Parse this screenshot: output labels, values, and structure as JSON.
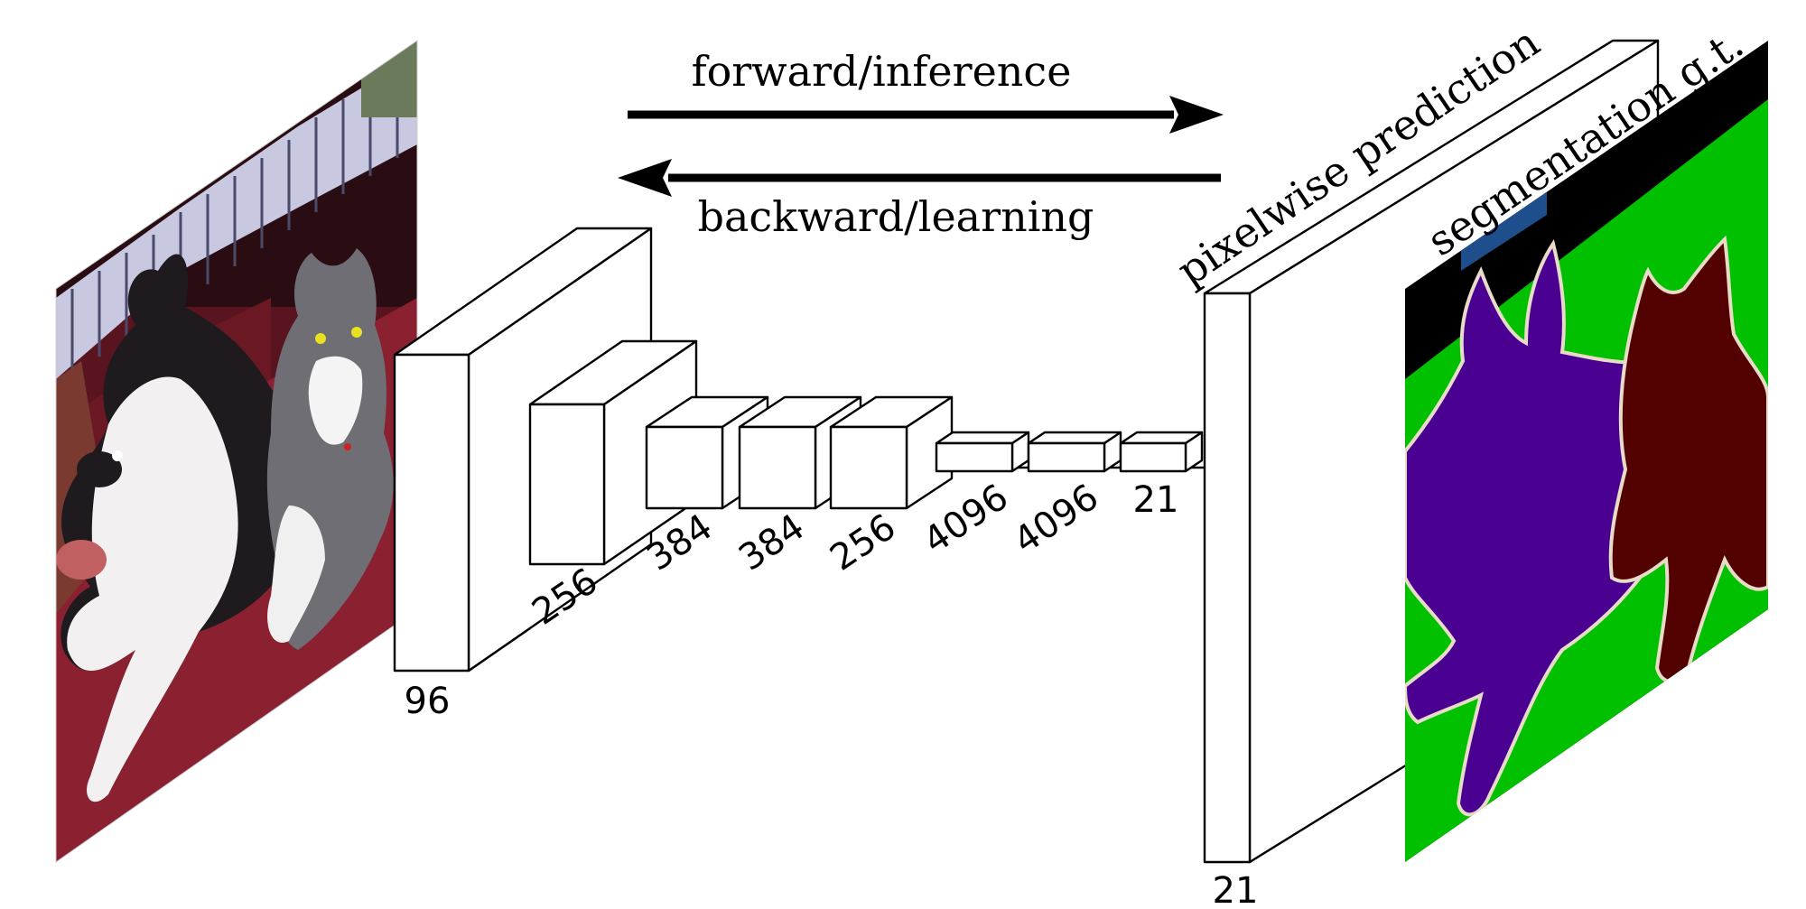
{
  "diagram": {
    "arrows": {
      "forward_label": "forward/inference",
      "backward_label": "backward/learning"
    },
    "output_labels": {
      "prediction": "pixelwise prediction",
      "ground_truth": "segmentation g.t."
    },
    "layers": [
      {
        "label": "96"
      },
      {
        "label": "256"
      },
      {
        "label": "384"
      },
      {
        "label": "384"
      },
      {
        "label": "256"
      },
      {
        "label": "4096"
      },
      {
        "label": "4096"
      },
      {
        "label": "21"
      }
    ],
    "output_channels": "21",
    "colors": {
      "gt_background": "#000000",
      "gt_green": "#00c000",
      "gt_dog": "#4a0090",
      "gt_cat": "#520000",
      "gt_blue_patch": "#1f4e8c",
      "gt_outline": "#e8dcc8",
      "photo_sofa": "#7a1f28",
      "photo_wall": "#3a1014"
    }
  }
}
